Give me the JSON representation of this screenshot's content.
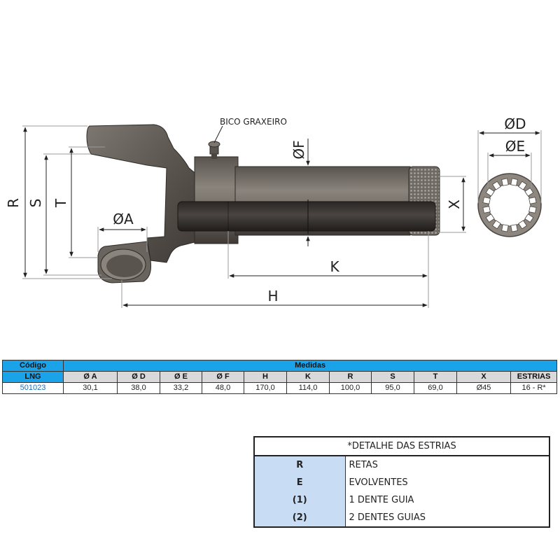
{
  "drawing": {
    "dimension_labels": {
      "R": "R",
      "S": "S",
      "T": "T",
      "A": "ØA",
      "F": "ØF",
      "K": "K",
      "H": "H",
      "X": "X",
      "D": "ØD",
      "E": "ØE"
    },
    "callout": "BICO GRAXEIRO"
  },
  "spec_table": {
    "group_left": "Código",
    "group_right": "Medidas",
    "columns": [
      "LNG",
      "Ø A",
      "Ø D",
      "Ø E",
      "Ø F",
      "H",
      "K",
      "R",
      "S",
      "T",
      "X",
      "ESTRIAS"
    ],
    "row": [
      "501023",
      "30,1",
      "38,0",
      "33,2",
      "48,0",
      "170,0",
      "114,0",
      "100,0",
      "95,0",
      "69,0",
      "Ø45",
      "16 - R*"
    ]
  },
  "legend": {
    "title": "*DETALHE DAS ESTRIAS",
    "rows": [
      {
        "key": "R",
        "desc": "RETAS"
      },
      {
        "key": "E",
        "desc": "EVOLVENTES"
      },
      {
        "key": "(1)",
        "desc": "1 DENTE GUIA"
      },
      {
        "key": "(2)",
        "desc": "2 DENTES GUIAS"
      }
    ]
  },
  "colors": {
    "metal_dark": "#3f3a36",
    "metal_mid": "#6b6560",
    "metal_light": "#9a948d",
    "ring": "#8e8780",
    "table_header": "#1aa3e8",
    "legend_key_bg": "#c8ddf3"
  }
}
